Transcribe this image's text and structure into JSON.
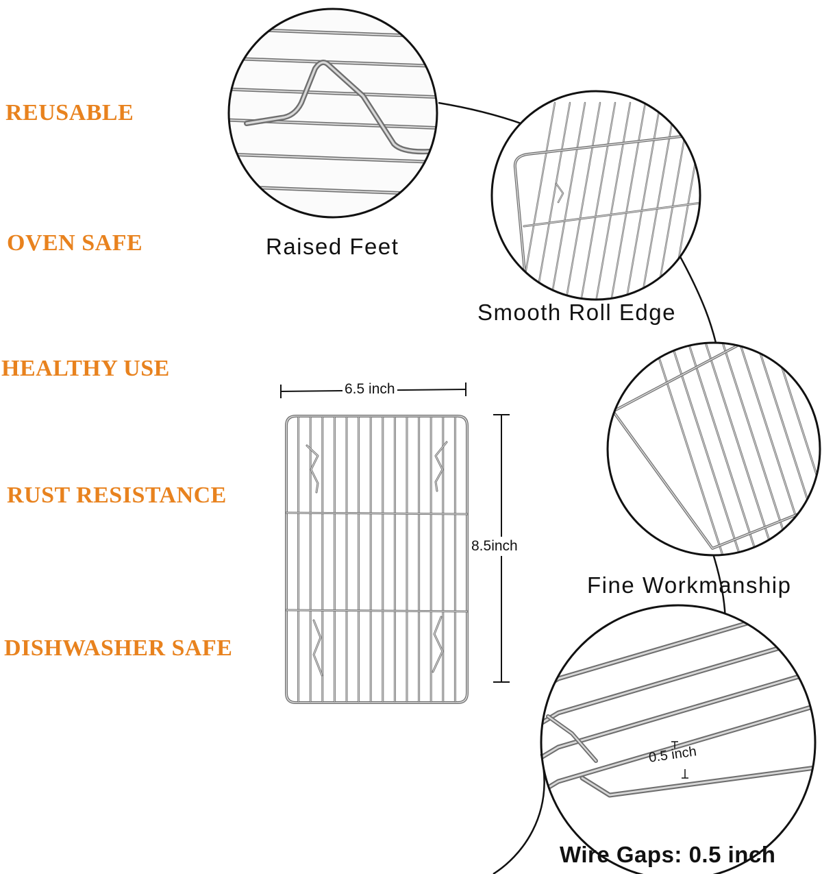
{
  "colors": {
    "feature_text": "#e8821e",
    "caption_text": "#111111",
    "wire": "#9a9a9a",
    "wire_dark": "#6f6f6f",
    "wire_light": "#d8d8d8"
  },
  "features": [
    {
      "label": "REUSABLE"
    },
    {
      "label": "OVEN SAFE"
    },
    {
      "label": "HEALTHY USE"
    },
    {
      "label": "RUST RESISTANCE"
    },
    {
      "label": "DISHWASHER SAFE"
    }
  ],
  "callouts": {
    "raised_feet": "Raised Feet",
    "smooth_edge": "Smooth Roll Edge",
    "workmanship": "Fine Workmanship",
    "wire_gaps": "Wire Gaps: 0.5 inch"
  },
  "dimensions": {
    "width_label": "6.5 inch",
    "height_label": "8.5inch",
    "gap_label": "0.5 inch"
  }
}
